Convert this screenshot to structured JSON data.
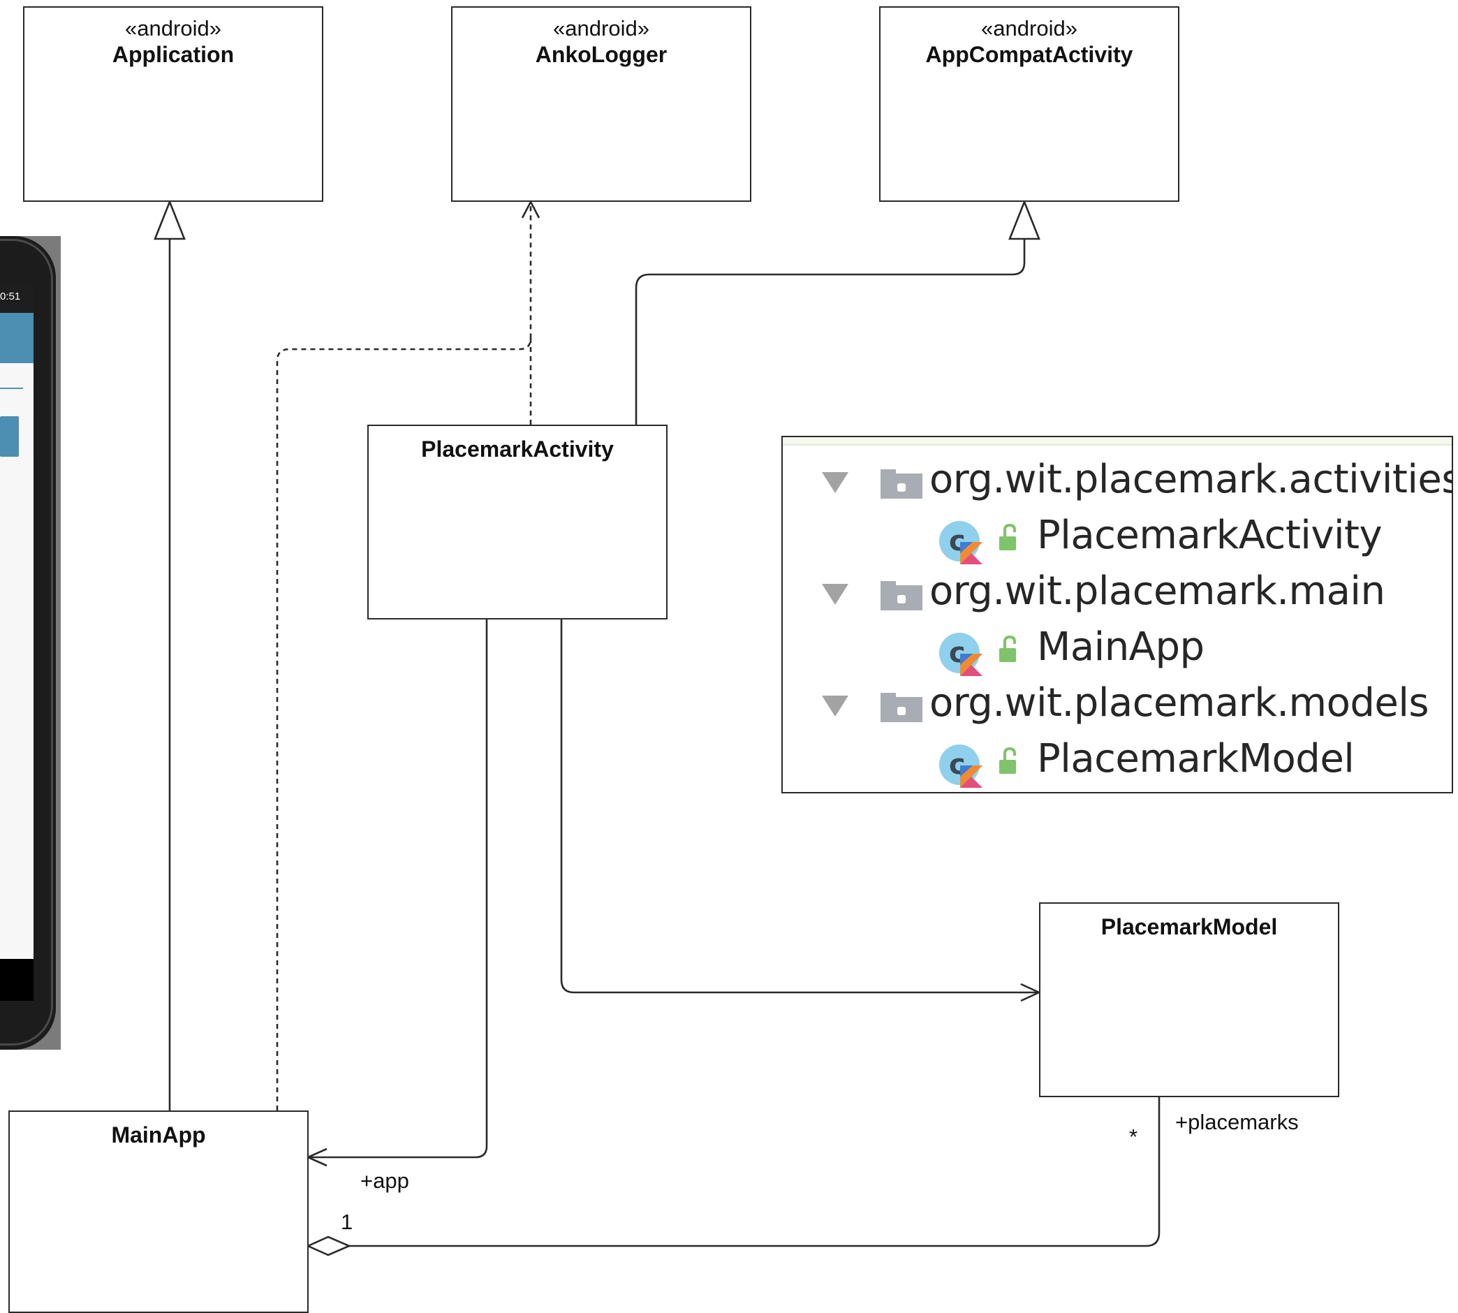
{
  "classes": {
    "application": {
      "stereotype": "«android»",
      "name": "Application"
    },
    "anko_logger": {
      "stereotype": "«android»",
      "name": "AnkoLogger"
    },
    "app_compat_activity": {
      "stereotype": "«android»",
      "name": "AppCompatActivity"
    },
    "placemark_activity": {
      "name": "PlacemarkActivity"
    },
    "placemark_model": {
      "name": "PlacemarkModel"
    },
    "main_app": {
      "name": "MainApp"
    }
  },
  "relation_labels": {
    "app_role": "+app",
    "aggregation_multiplicity": "1",
    "placemarks_multiplicity": "*",
    "placemarks_role": "+placemarks"
  },
  "phone": {
    "clock": "0:51"
  },
  "project_tree": {
    "packages": [
      {
        "name": "org.wit.placemark.activities",
        "class": "PlacemarkActivity"
      },
      {
        "name": "org.wit.placemark.main",
        "class": "MainApp"
      },
      {
        "name": "org.wit.placemark.models",
        "class": "PlacemarkModel"
      }
    ]
  }
}
